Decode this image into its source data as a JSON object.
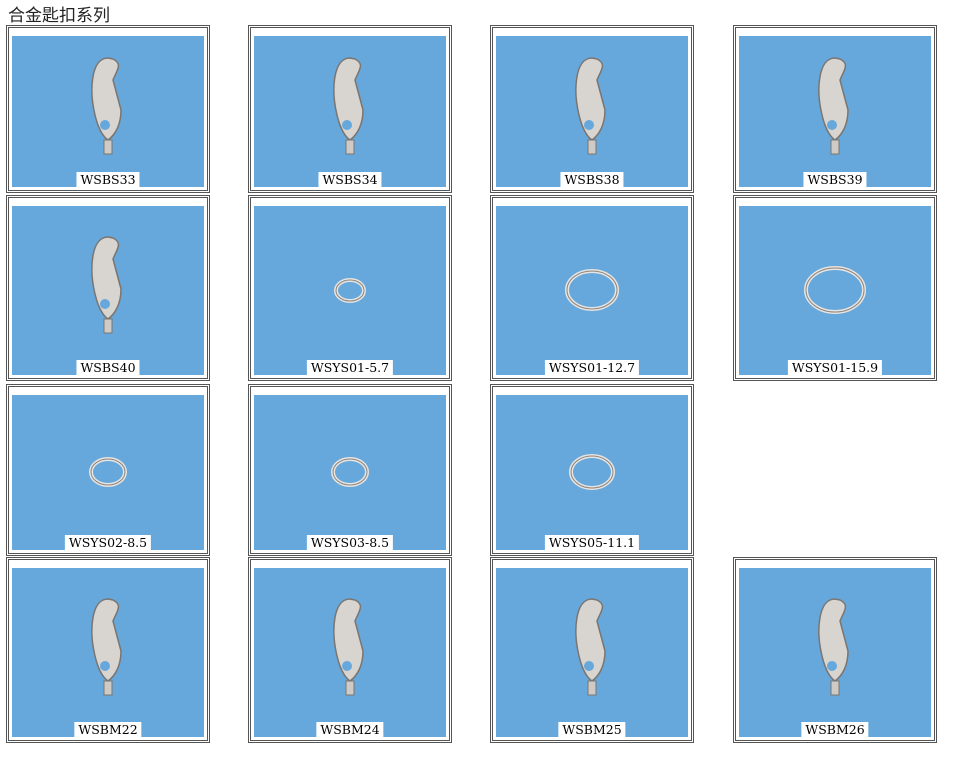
{
  "title": "合金匙扣系列",
  "items": [
    {
      "code": "WSBS33",
      "icon": "snap-hook-icon"
    },
    {
      "code": "WSBS34",
      "icon": "lobster-clasp-icon"
    },
    {
      "code": "WSBS38",
      "icon": "snap-hook-icon"
    },
    {
      "code": "WSBS39",
      "icon": "lobster-clasp-icon"
    },
    {
      "code": "WSBS40",
      "icon": "swivel-clasp-icon"
    },
    {
      "code": "WSYS01-5.7",
      "icon": "ring-icon"
    },
    {
      "code": "WSYS01-12.7",
      "icon": "ring-icon"
    },
    {
      "code": "WSYS01-15.9",
      "icon": "ring-icon"
    },
    {
      "code": "WSYS02-8.5",
      "icon": "ring-icon"
    },
    {
      "code": "WSYS03-8.5",
      "icon": "ring-icon"
    },
    {
      "code": "WSYS05-11.1",
      "icon": "ring-icon"
    },
    {
      "code": "WSBM22",
      "icon": "snap-hook-icon"
    },
    {
      "code": "WSBM24",
      "icon": "snap-hook-icon"
    },
    {
      "code": "WSBM25",
      "icon": "snap-hook-icon"
    },
    {
      "code": "WSBM26",
      "icon": "snap-hook-icon"
    }
  ]
}
